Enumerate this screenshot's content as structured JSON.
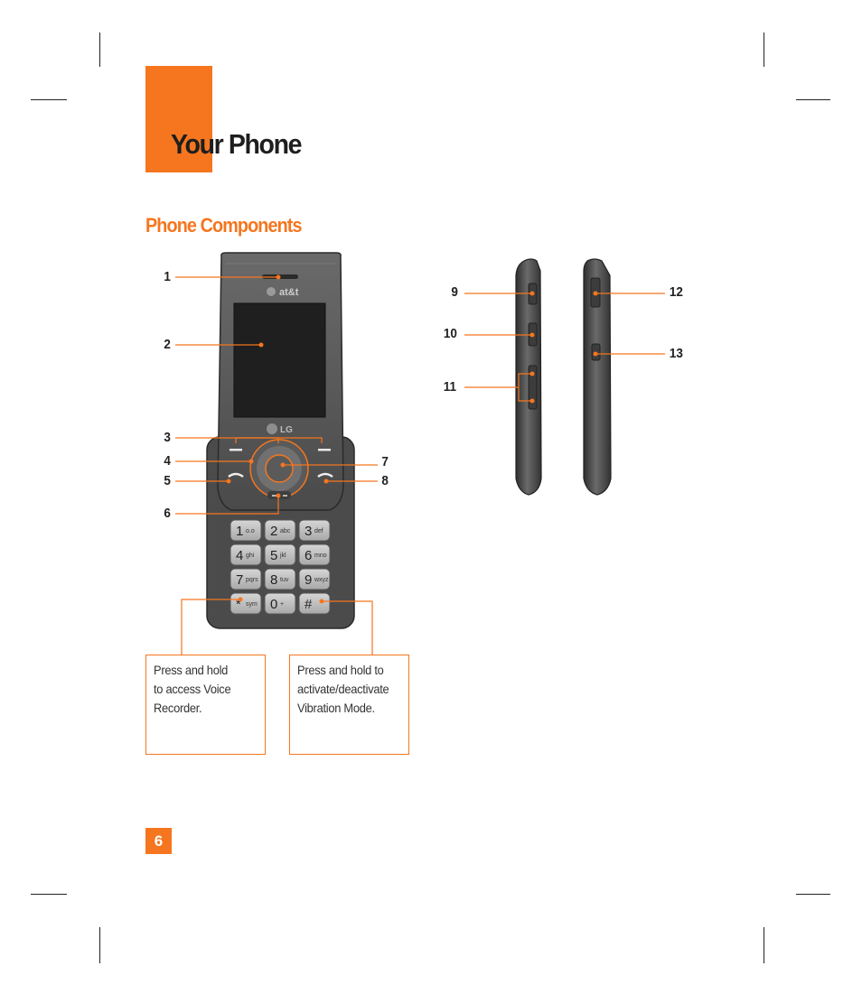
{
  "header": {
    "title": "Your Phone",
    "section_title": "Phone Components",
    "accent_color": "#f5761f"
  },
  "phone": {
    "carrier_logo_text": "at&t",
    "brand_logo_text": "LG",
    "keys": [
      {
        "digit": "1",
        "letters": "o.o"
      },
      {
        "digit": "2",
        "letters": "abc"
      },
      {
        "digit": "3",
        "letters": "def"
      },
      {
        "digit": "4",
        "letters": "ghi"
      },
      {
        "digit": "5",
        "letters": "jkl"
      },
      {
        "digit": "6",
        "letters": "mno"
      },
      {
        "digit": "7",
        "letters": "pqrs"
      },
      {
        "digit": "8",
        "letters": "tuv"
      },
      {
        "digit": "9",
        "letters": "wxyz"
      },
      {
        "digit": "*",
        "letters": "sym"
      },
      {
        "digit": "0",
        "letters": "+"
      },
      {
        "digit": "#",
        "letters": ""
      }
    ]
  },
  "callout_numbers": [
    "1",
    "2",
    "3",
    "4",
    "5",
    "6",
    "7",
    "8",
    "9",
    "10",
    "11",
    "12",
    "13"
  ],
  "notes": {
    "left": [
      "Press and hold",
      "to access Voice",
      "Recorder."
    ],
    "right": [
      "Press and hold to",
      "activate/deactivate",
      "Vibration Mode."
    ]
  },
  "page_number": "6"
}
